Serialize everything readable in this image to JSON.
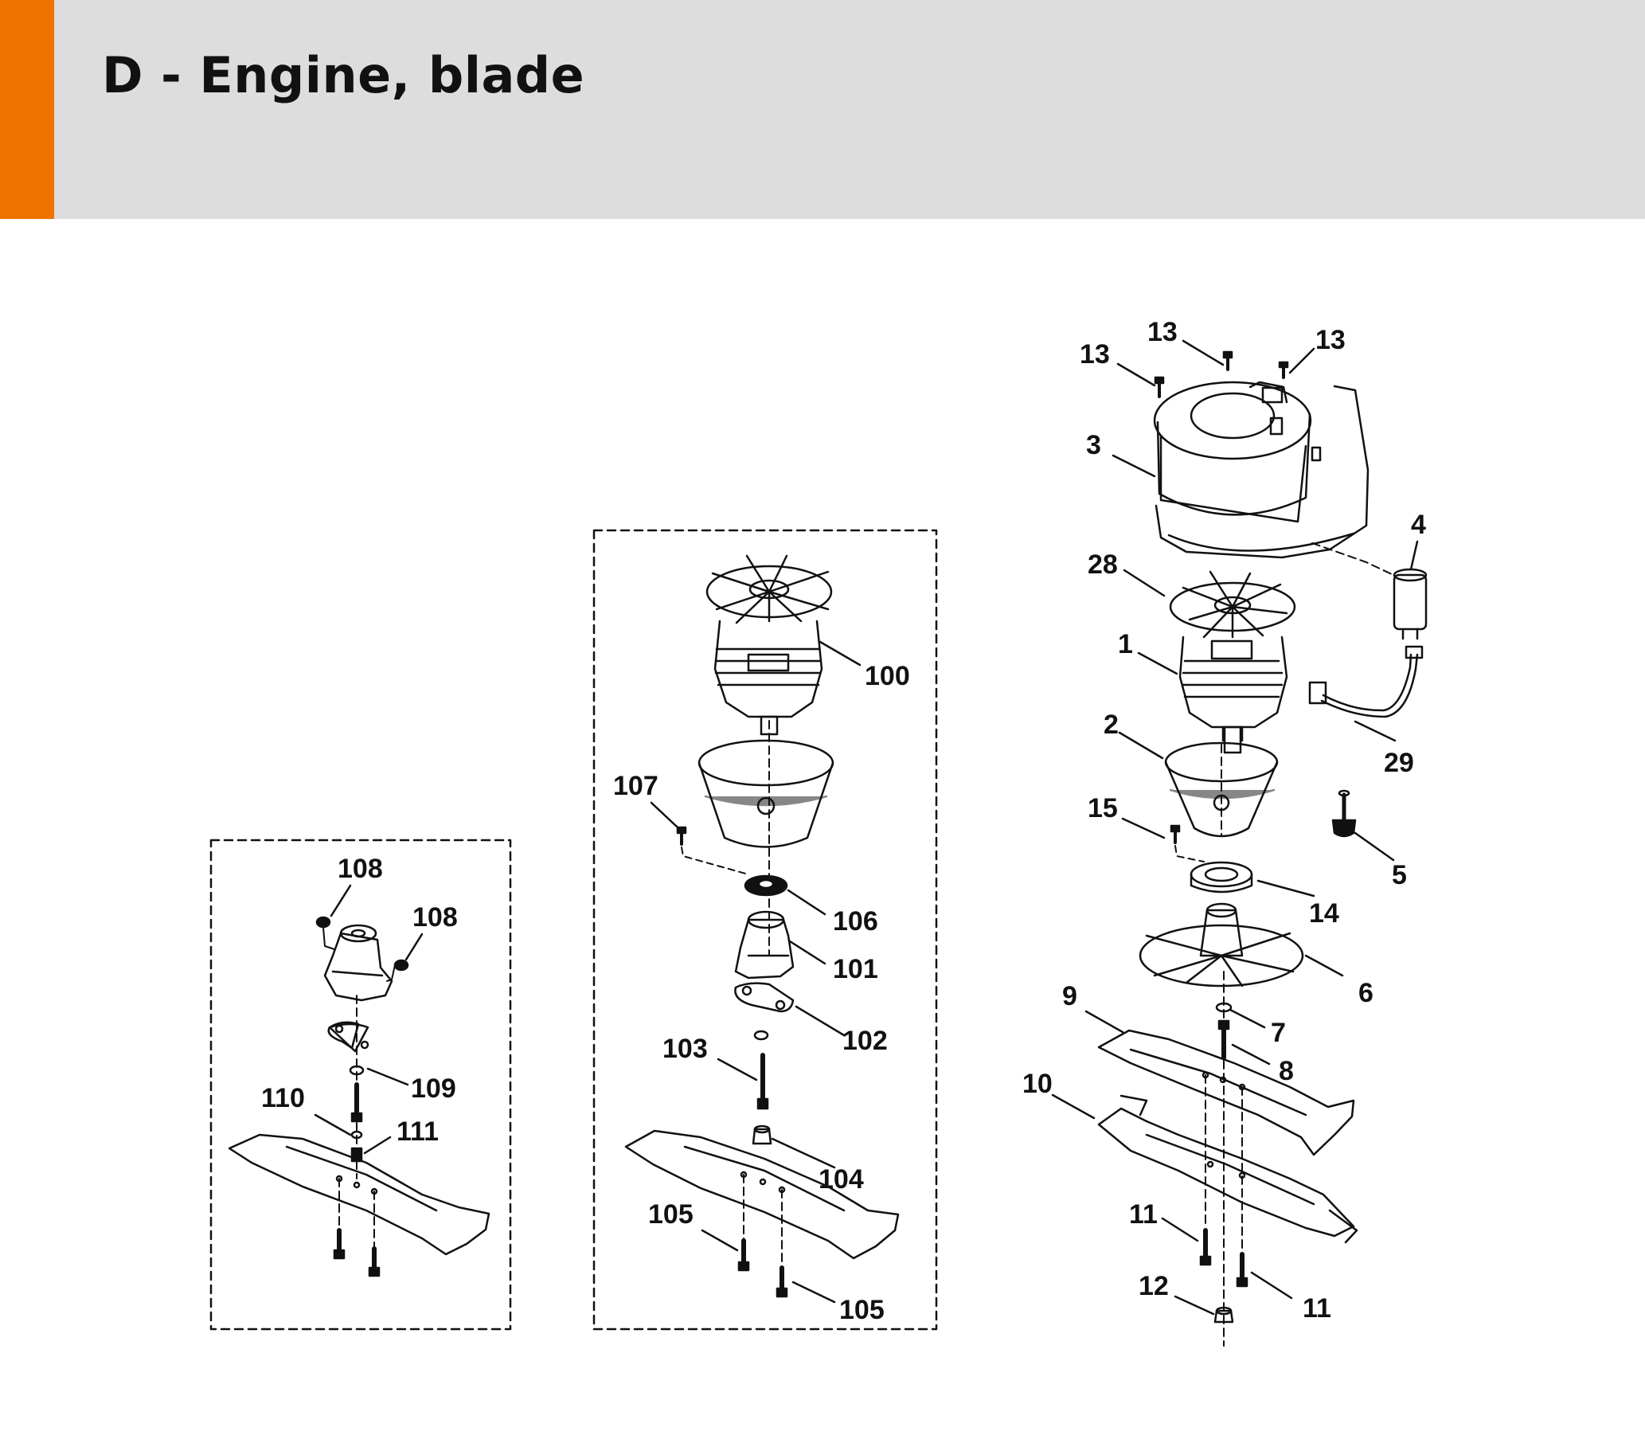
{
  "header": {
    "title": "D - Engine, blade",
    "accent_color": "#ef7300",
    "background_color": "#dcdddc"
  },
  "diagram": {
    "line_color": "#111111",
    "callouts": {
      "p13a": "13",
      "p13b": "13",
      "p13c": "13",
      "p3": "3",
      "p4": "4",
      "p28": "28",
      "p1": "1",
      "p2": "2",
      "p29": "29",
      "p15": "15",
      "p5": "5",
      "p14": "14",
      "p6": "6",
      "p9": "9",
      "p7": "7",
      "p8": "8",
      "p10": "10",
      "p11a": "11",
      "p11b": "11",
      "p12": "12",
      "p100": "100",
      "p107": "107",
      "p106": "106",
      "p101": "101",
      "p102": "102",
      "p103": "103",
      "p104": "104",
      "p105a": "105",
      "p105b": "105",
      "p108a": "108",
      "p108b": "108",
      "p109": "109",
      "p110": "110",
      "p111": "111"
    }
  }
}
